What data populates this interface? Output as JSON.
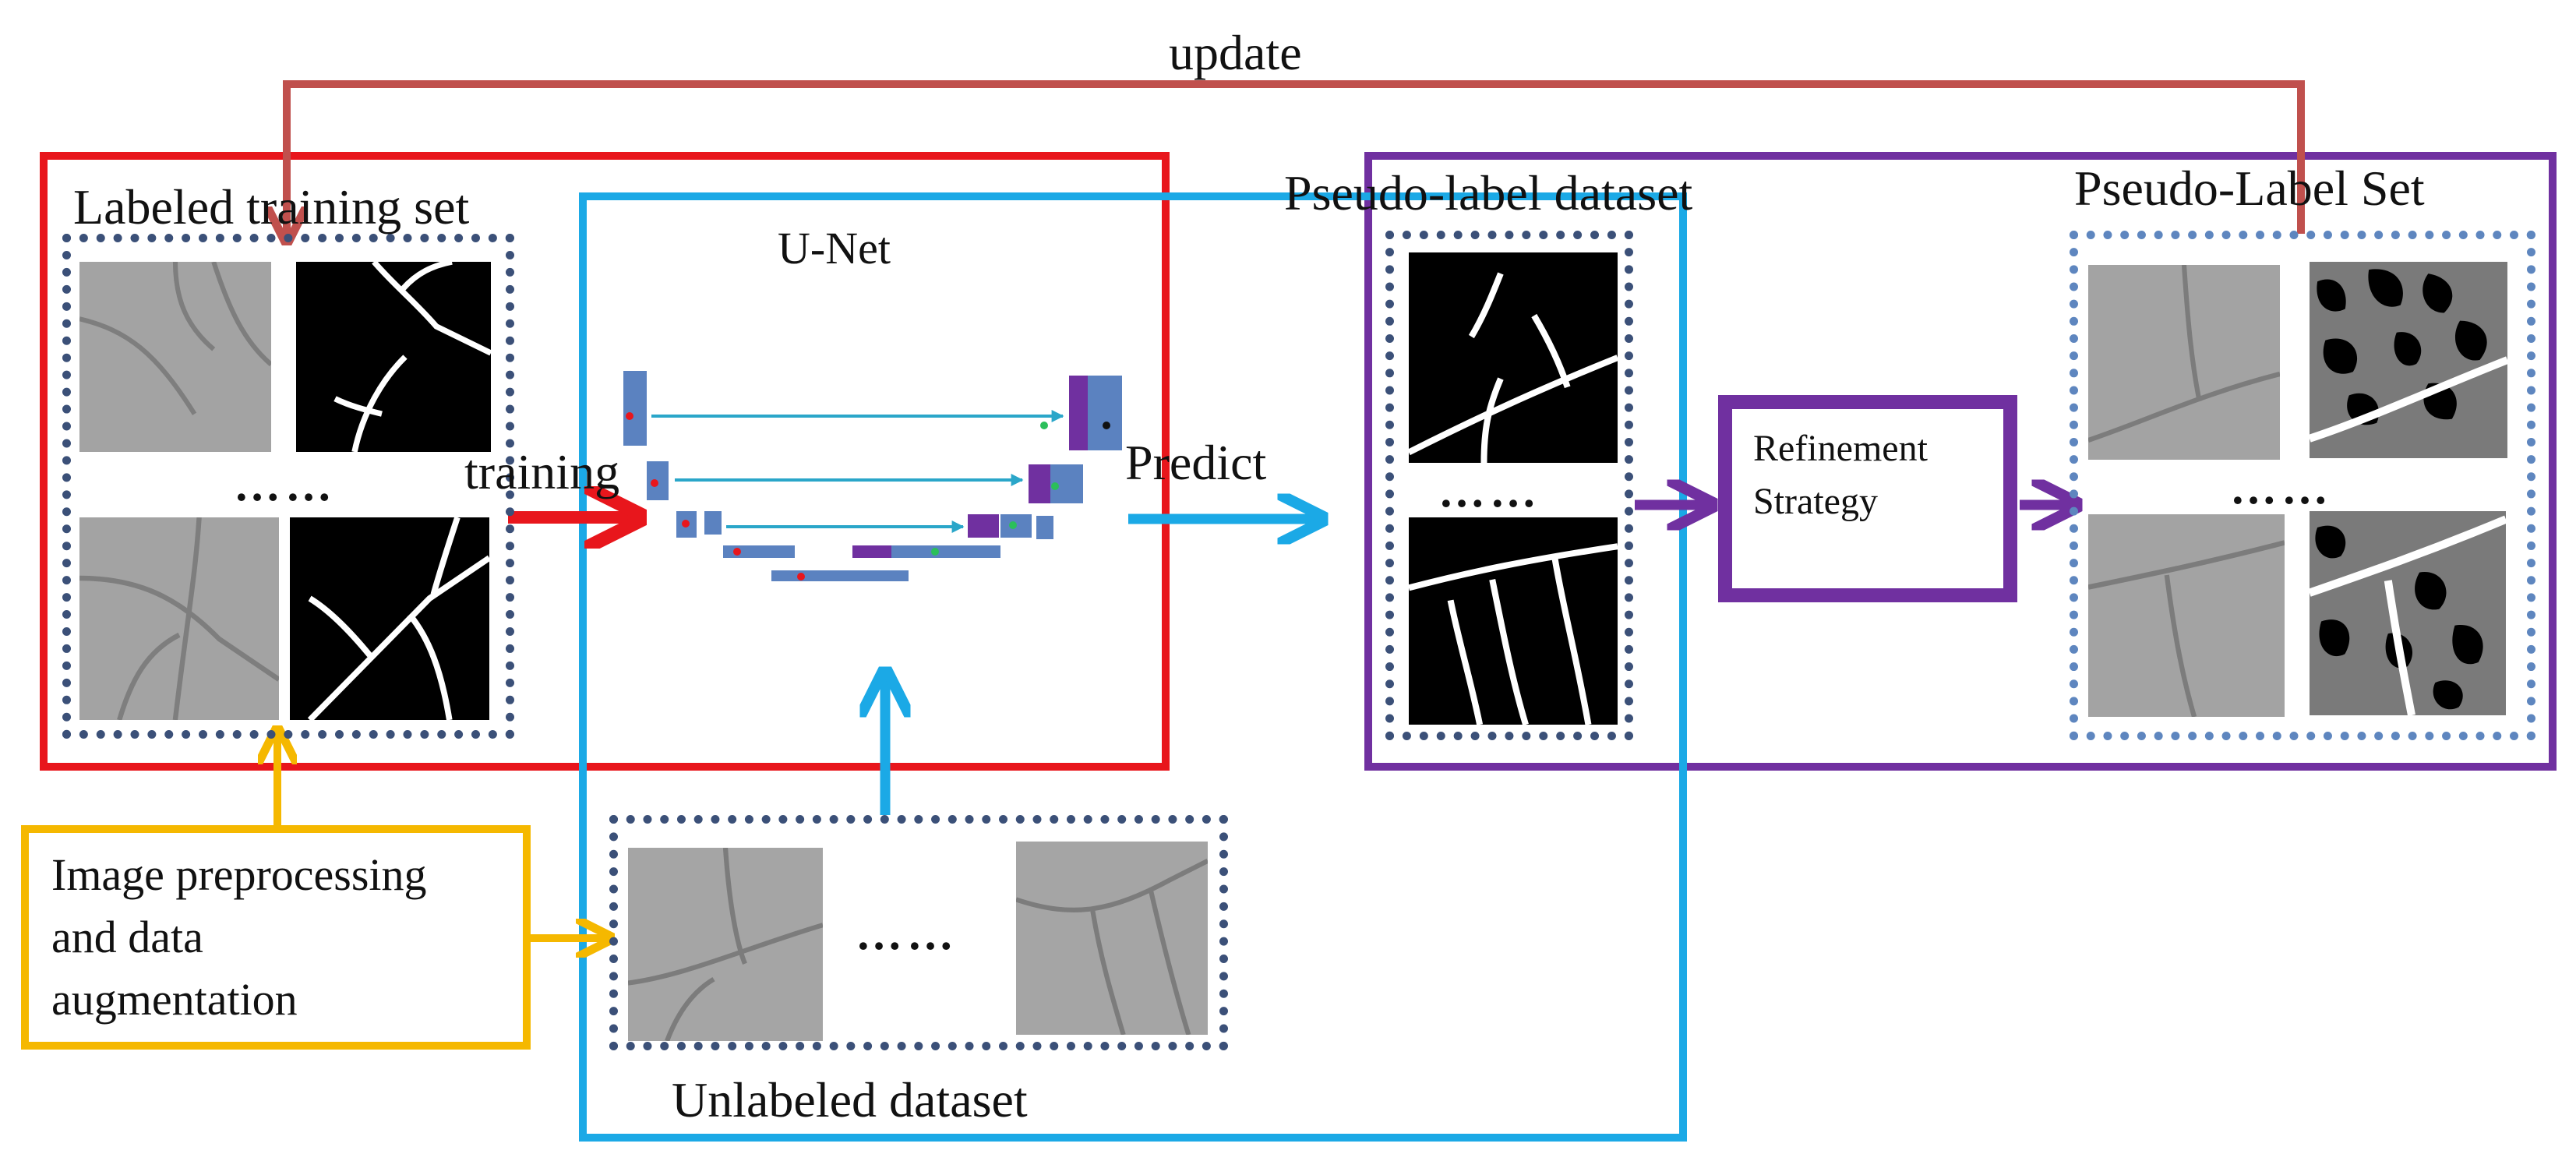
{
  "labels": {
    "update": "update",
    "labeled_training_set": "Labeled training set",
    "unet": "U-Net",
    "training": "training",
    "predict": "Predict",
    "pseudo_label_dataset": "Pseudo-label dataset",
    "pseudo_label_set": "Pseudo-Label Set",
    "refinement_line1": "Refinement",
    "refinement_line2": "Strategy",
    "preprocessing_line1": "Image preprocessing",
    "preprocessing_line2": "and data",
    "preprocessing_line3": "augmentation",
    "unlabeled_dataset": "Unlabeled dataset",
    "ellipsis": "……"
  },
  "colors": {
    "red": "#e8161c",
    "blue": "#1ba9e6",
    "purple": "#7030a0",
    "orange": "#f5b800",
    "update_arrow": "#c0504d",
    "dotted_dark": "#3b5078",
    "dotted_light": "#5e86bf"
  }
}
